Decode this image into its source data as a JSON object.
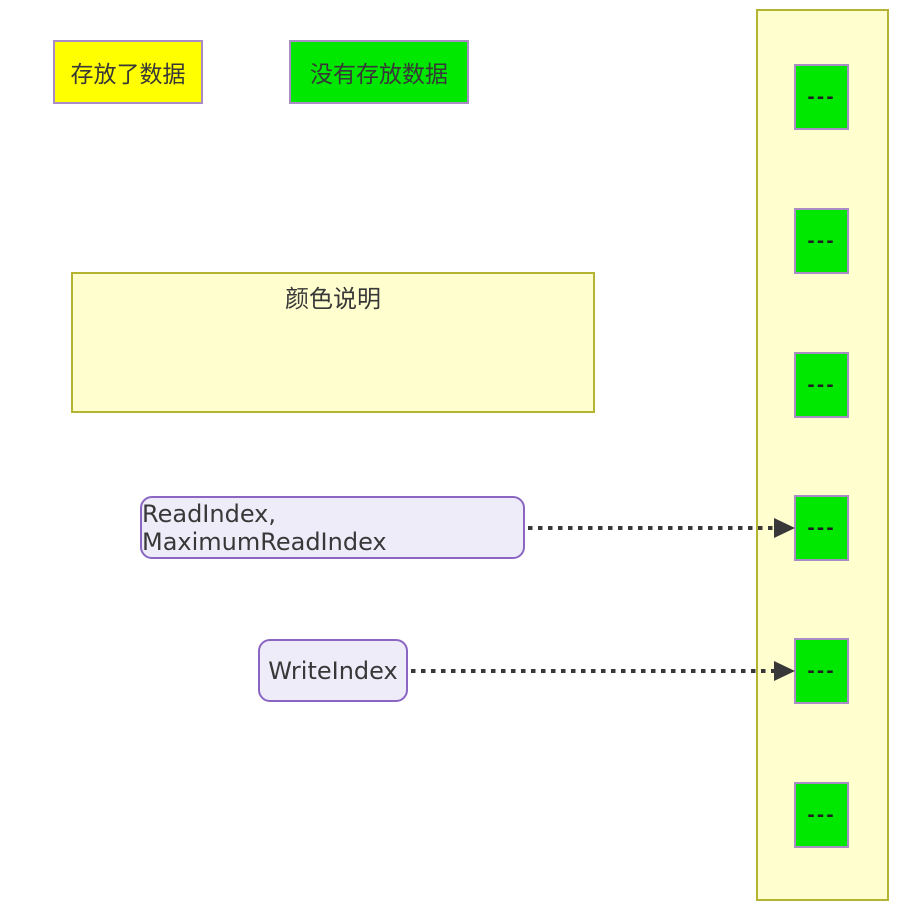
{
  "legend": {
    "title": "颜色说明",
    "items": [
      {
        "label": "存放了数据",
        "meaning": "filled",
        "color": "#ffff00"
      },
      {
        "label": "没有存放数据",
        "meaning": "empty",
        "color": "#00e800"
      }
    ]
  },
  "pointers": [
    {
      "label": "ReadIndex, MaximumReadIndex",
      "target_cell_index": 3
    },
    {
      "label": "WriteIndex",
      "target_cell_index": 4
    }
  ],
  "buffer": {
    "cells": [
      {
        "label": "---",
        "state": "empty"
      },
      {
        "label": "---",
        "state": "empty"
      },
      {
        "label": "---",
        "state": "empty"
      },
      {
        "label": "---",
        "state": "empty"
      },
      {
        "label": "---",
        "state": "empty"
      },
      {
        "label": "---",
        "state": "empty"
      }
    ]
  },
  "colors": {
    "panel_background": "#fefece",
    "panel_border": "#b4b432",
    "empty_cell_fill": "#00e800",
    "filled_cell_fill": "#ffff00",
    "cell_border": "#a98bc6",
    "pointer_fill": "#efecfa",
    "pointer_border": "#8a66c2",
    "arrow": "#383838",
    "text": "#383838"
  }
}
